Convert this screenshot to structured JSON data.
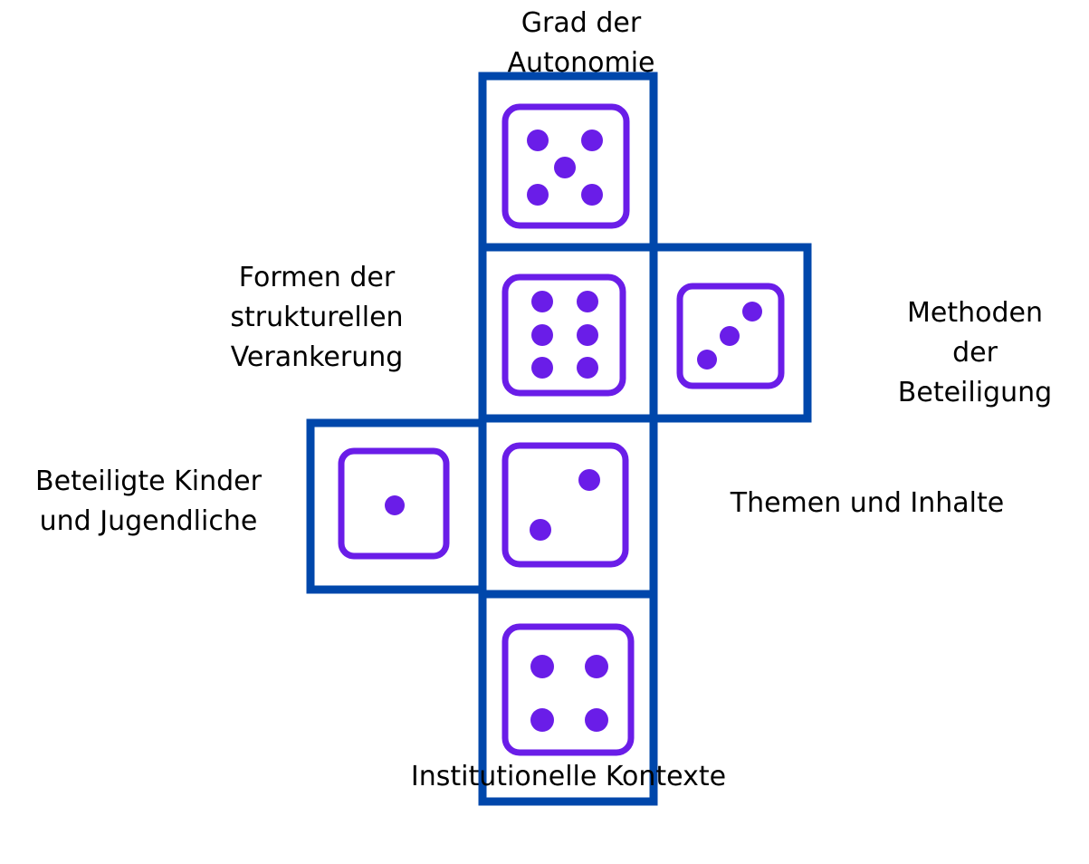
{
  "colors": {
    "outline": "#0047ab",
    "die_face": "#6a1de8",
    "text": "#000000",
    "background": "#ffffff"
  },
  "labels": {
    "top": [
      "Grad der",
      "Autonomie"
    ],
    "left_upper": [
      "Formen der",
      "strukturellen",
      "Verankerung"
    ],
    "right_upper": [
      "Methoden",
      "der",
      "Beteiligung"
    ],
    "left_lower": [
      "Beteiligte Kinder",
      "und Jugendliche"
    ],
    "right_lower": [
      "Themen und Inhalte"
    ],
    "bottom": [
      "Institutionelle Kontexte"
    ]
  },
  "faces": [
    {
      "id": "top",
      "pips": 5
    },
    {
      "id": "middle",
      "pips": 6
    },
    {
      "id": "right",
      "pips": 3
    },
    {
      "id": "left",
      "pips": 1
    },
    {
      "id": "center-lower",
      "pips": 2
    },
    {
      "id": "bottom",
      "pips": 4
    }
  ]
}
